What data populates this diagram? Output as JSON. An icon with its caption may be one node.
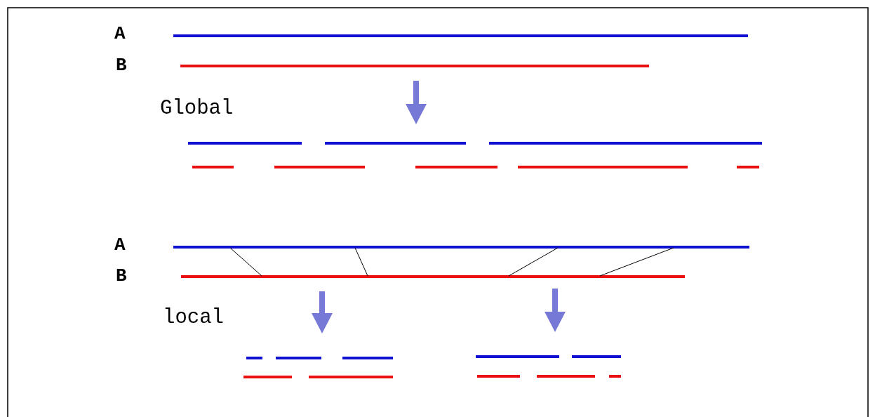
{
  "diagram": {
    "labels": [
      "A",
      "B",
      "Global",
      "A",
      "B",
      "local"
    ]
  }
}
